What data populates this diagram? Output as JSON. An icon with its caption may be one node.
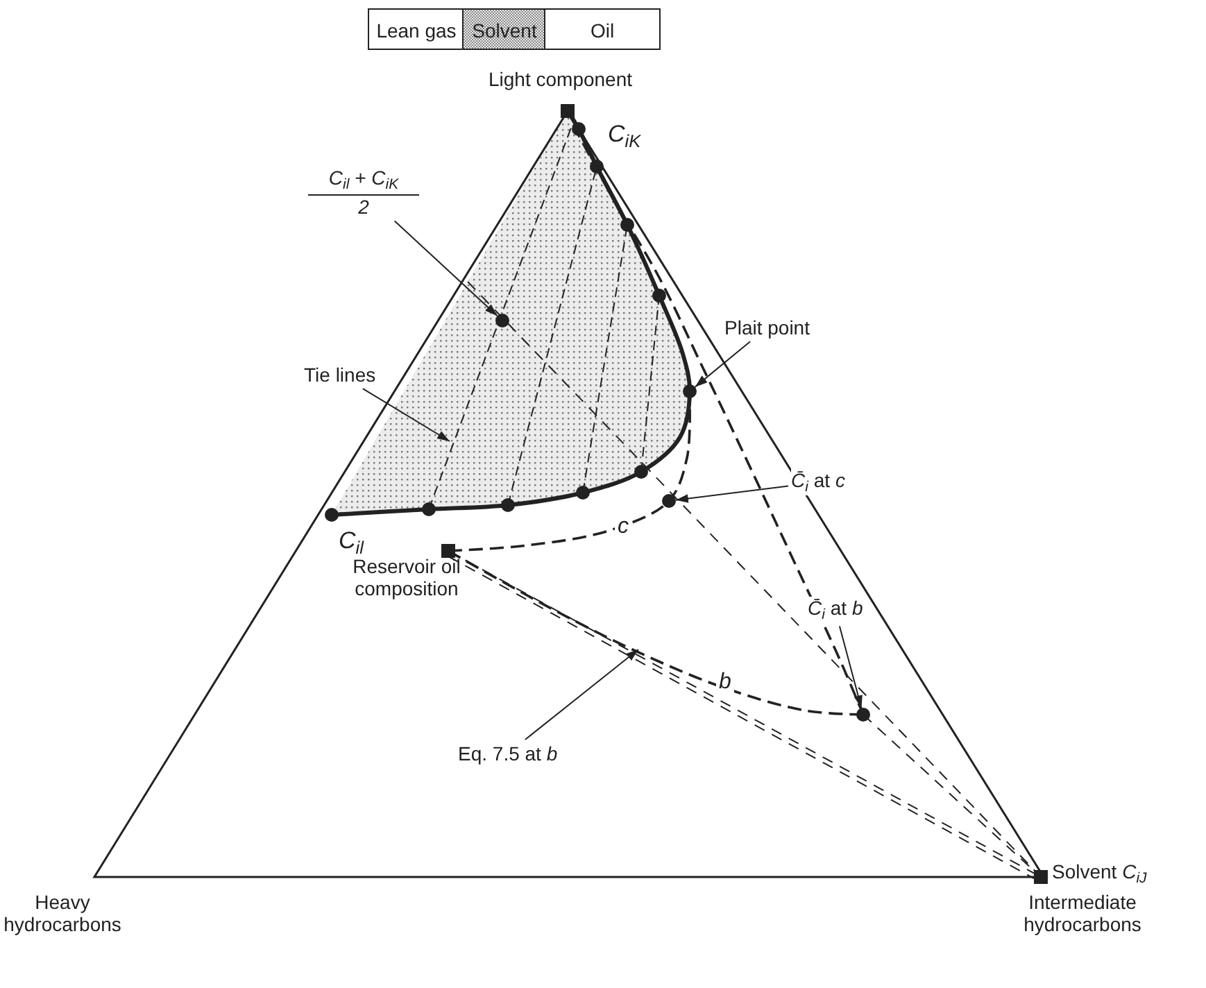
{
  "diagram": {
    "nodes": [
      {
        "text": [
          "*C*$_{il}$ + *C*$_{iK}$",
          "2"
        ]
      },
      {
        "text": [],
        "shape": "circle"
      },
      {
        "text": [
          "Tie lines"
        ]
      },
      {
        "text": [
          "Plait point"
        ]
      },
      {
        "text": [],
        "shape": "circle"
      },
      {
        "text": [
          "*C̄*$_{i}$ at *c*"
        ]
      },
      {
        "text": [],
        "shape": "circle"
      },
      {
        "text": [
          "*C̄*$_{i}$ at *b*"
        ]
      },
      {
        "text": [],
        "shape": "circle"
      },
      {
        "text": [
          "Eq. 7.5 at *b*"
        ]
      }
    ],
    "edges": [
      {
        "from": 0,
        "to": 1,
        "arrow": "to"
      },
      {
        "from": 2,
        "to": null,
        "arrow": "to"
      },
      {
        "from": 3,
        "to": 4,
        "arrow": "to"
      },
      {
        "from": 5,
        "to": 6,
        "arrow": "to"
      },
      {
        "from": 7,
        "to": 8,
        "arrow": "to"
      },
      {
        "from": 9,
        "to": null,
        "arrow": "to"
      }
    ],
    "labels": [
      "Lean gas",
      "Solvent",
      "Oil",
      "Light component",
      "C$_{iK}$",
      "C$_{il}$",
      "Reservoir oil composition",
      "c",
      "b",
      "Heavy hydrocarbons",
      "Solvent *C*$_{iJ}$",
      "Intermediate hydrocarbons"
    ]
  }
}
